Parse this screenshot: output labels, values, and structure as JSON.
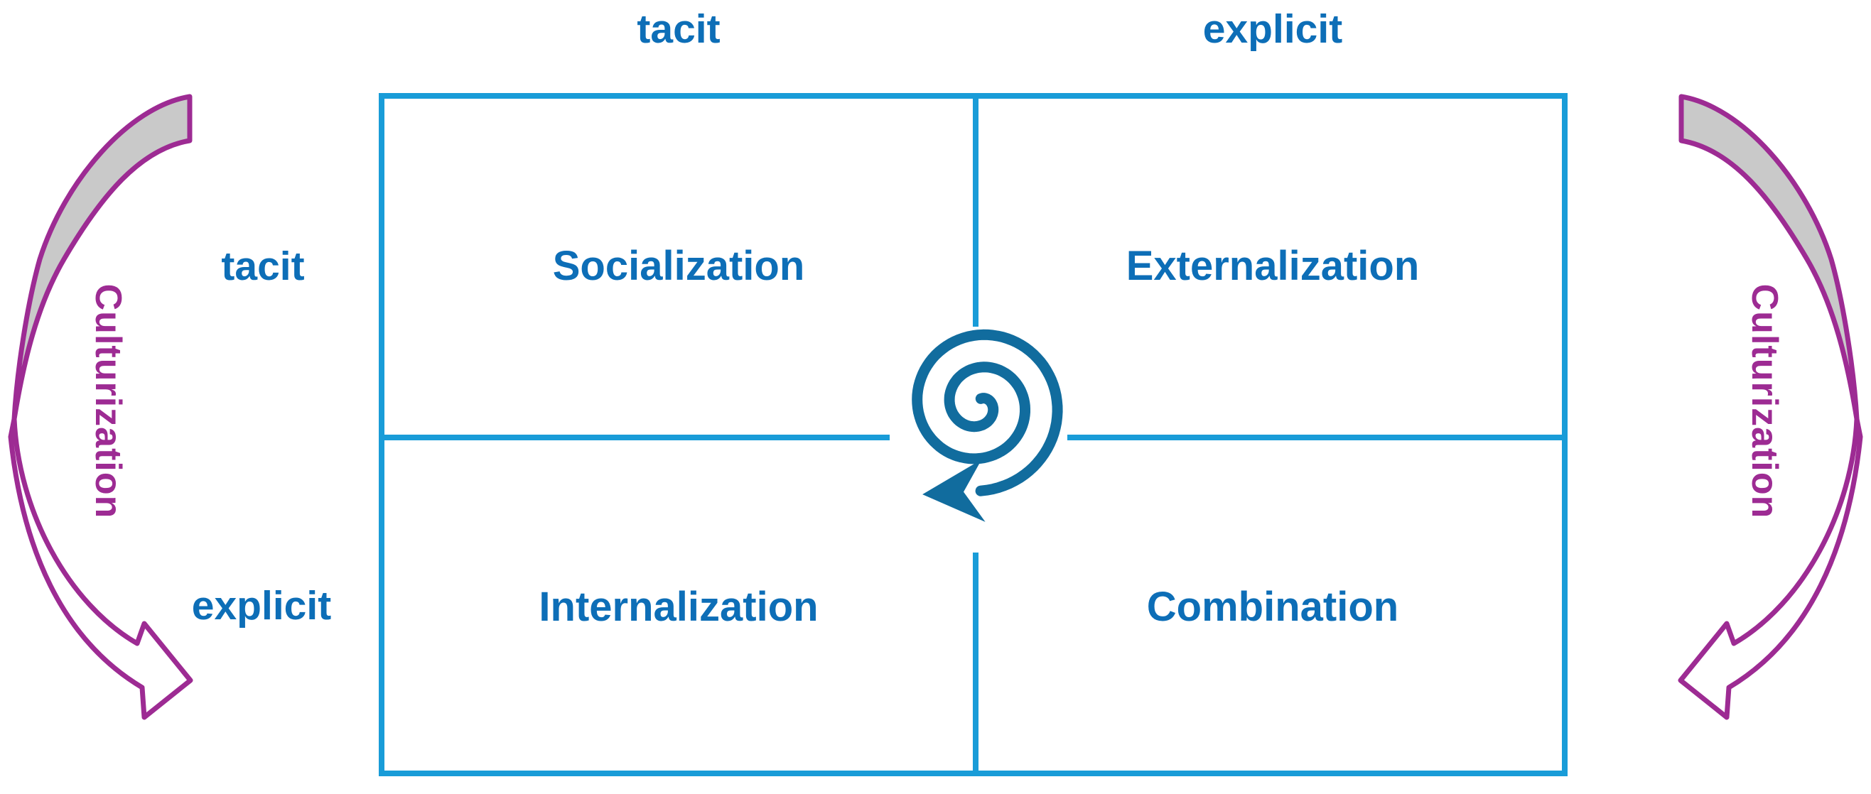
{
  "title": "SECI knowledge conversion matrix with culturization arrows",
  "colors": {
    "blue_text": "#0d6eb7",
    "grid_line": "#199cd8",
    "spiral": "#116c9e",
    "purple": "#9d2b93",
    "gray_fill": "#c9c9c9",
    "background": "#ffffff"
  },
  "matrix": {
    "column_headers": [
      {
        "label": "tacit"
      },
      {
        "label": "explicit"
      }
    ],
    "row_headers": [
      {
        "label": "tacit"
      },
      {
        "label": "explicit"
      }
    ],
    "quadrants": [
      {
        "label": "Socialization"
      },
      {
        "label": "Externalization"
      },
      {
        "label": "Internalization"
      },
      {
        "label": "Combination"
      }
    ]
  },
  "side_arrows": {
    "left": {
      "label": "Culturization",
      "points": "down"
    },
    "right": {
      "label": "Culturization",
      "points": "down"
    }
  },
  "center_icon": {
    "name": "knowledge-spiral-arrow",
    "points": "left"
  }
}
